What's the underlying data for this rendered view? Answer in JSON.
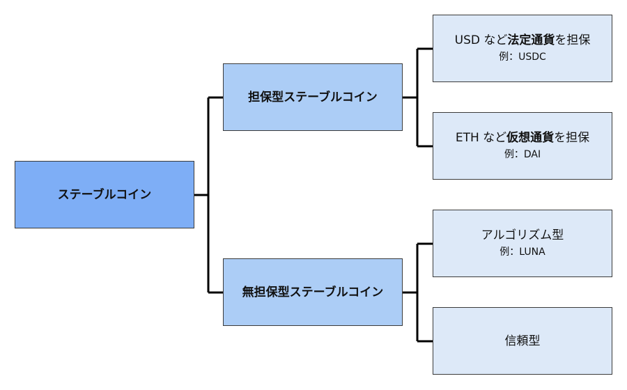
{
  "root": {
    "label": "ステーブルコイン"
  },
  "branches": [
    {
      "label_bold": "担保型",
      "label_rest": "ステーブルコイン",
      "children": [
        {
          "pre": "USD など",
          "bold": "法定通貨",
          "post": "を担保",
          "example": "例：USDC"
        },
        {
          "pre": "ETH など",
          "bold": "仮想通貨",
          "post": "を担保",
          "example": "例：DAI"
        }
      ]
    },
    {
      "label_bold": "無担保型",
      "label_rest": "ステーブルコイン",
      "children": [
        {
          "title": "アルゴリズム型",
          "example": "例：LUNA"
        },
        {
          "title": "信頼型"
        }
      ]
    }
  ],
  "colors": {
    "root_fill": "#7eaef6",
    "branch_fill": "#accdf6",
    "leaf_fill": "#dde9f8",
    "connector": "#000000"
  }
}
